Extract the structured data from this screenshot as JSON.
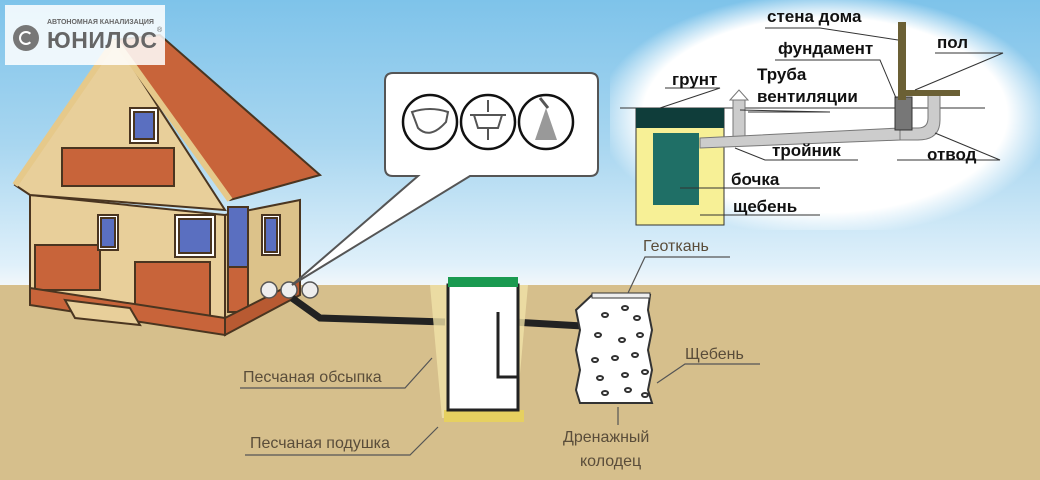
{
  "logo": {
    "subtitle": "АВТОНОМНАЯ КАНАЛИЗАЦИЯ",
    "name": "ЮНИЛОС",
    "registered": "®"
  },
  "inset_diagram": {
    "labels": {
      "wall": "стена дома",
      "foundation": "фундамент",
      "floor": "пол",
      "soil": "грунт",
      "vent_pipe_1": "Труба",
      "vent_pipe_2": "вентиляции",
      "tee": "тройник",
      "elbow": "отвод",
      "barrel": "бочка",
      "gravel": "щебень"
    }
  },
  "speech_bubble": {
    "icons": [
      "toilet-icon",
      "sink-icon",
      "shower-icon"
    ]
  },
  "main_diagram": {
    "labels": {
      "geotextile": "Геоткань",
      "gravel": "Щебень",
      "sand_backfill": "Песчаная обсыпка",
      "sand_cushion": "Песчаная подушка",
      "drainage_well_1": "Дренажный",
      "drainage_well_2": "колодец"
    }
  }
}
